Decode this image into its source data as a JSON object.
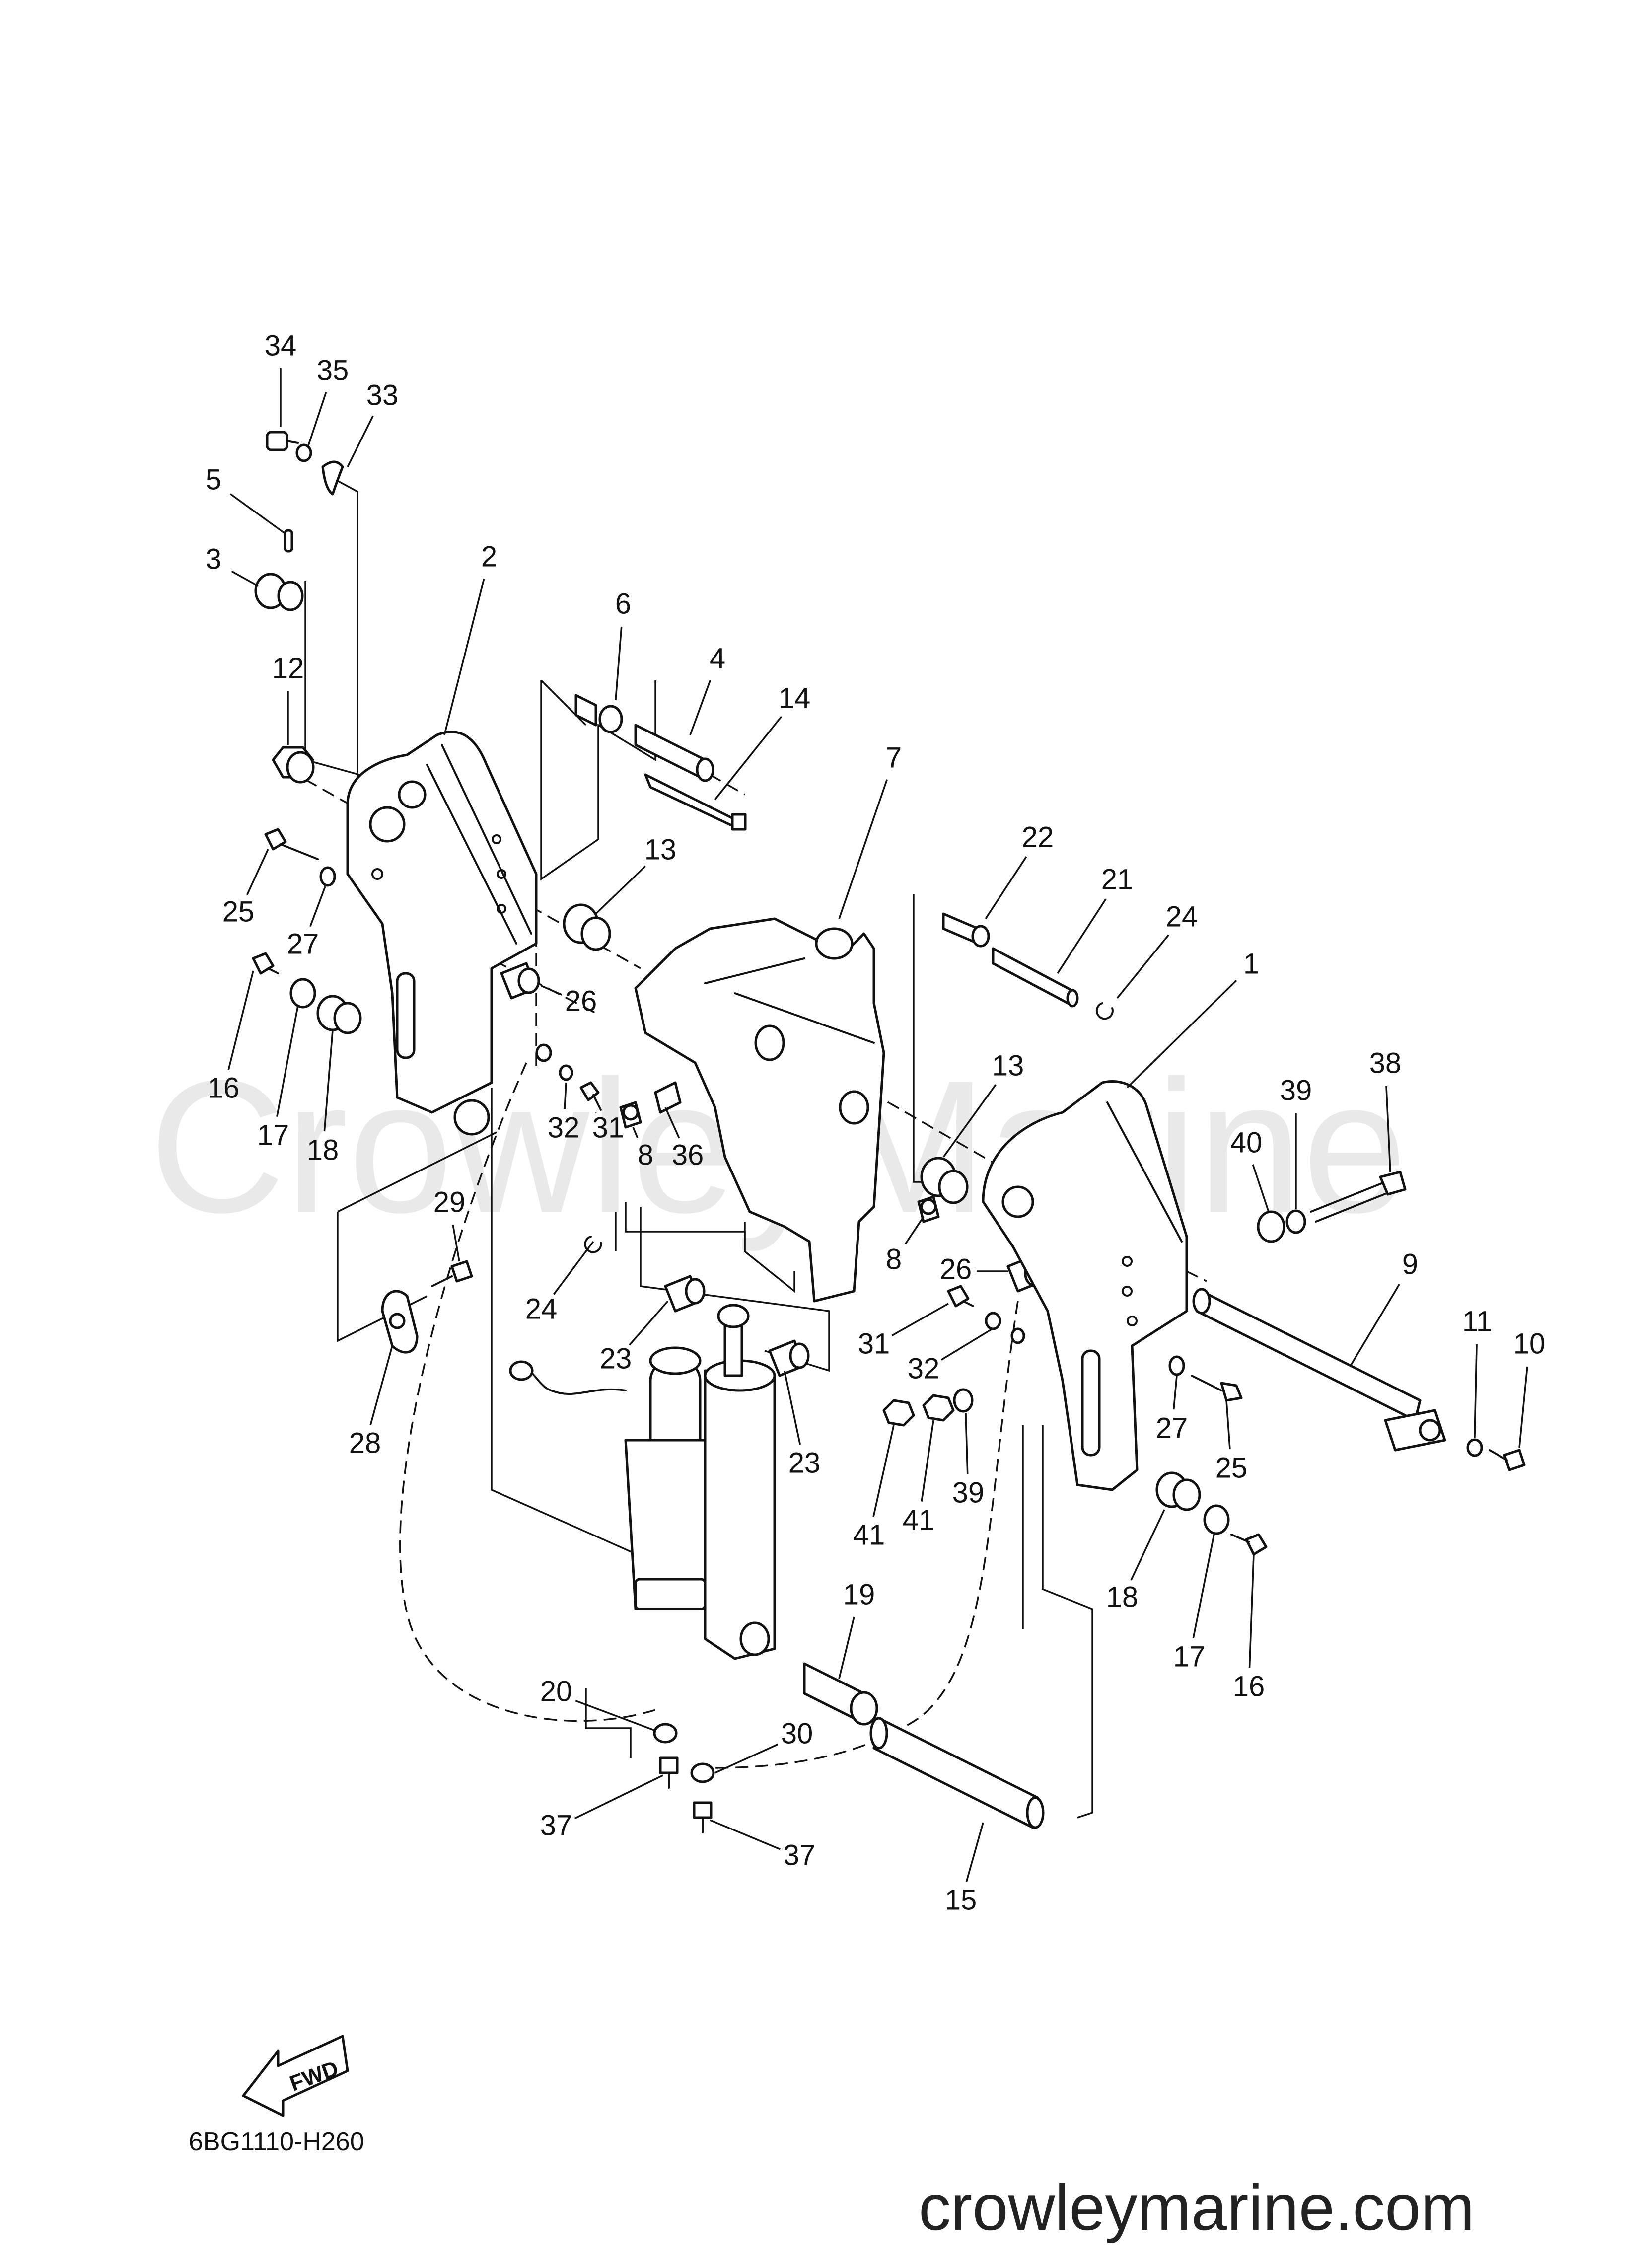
{
  "watermark": "CrowleyMarine",
  "diagram_code": "6BG1110-H260",
  "site_url": "crowleymarine.com",
  "fwd_label": "FWD",
  "callouts": [
    {
      "id": "c34",
      "label": "34"
    },
    {
      "id": "c35",
      "label": "35"
    },
    {
      "id": "c33",
      "label": "33"
    },
    {
      "id": "c5",
      "label": "5"
    },
    {
      "id": "c3",
      "label": "3"
    },
    {
      "id": "c2",
      "label": "2"
    },
    {
      "id": "c6",
      "label": "6"
    },
    {
      "id": "c4",
      "label": "4"
    },
    {
      "id": "c14",
      "label": "14"
    },
    {
      "id": "c12",
      "label": "12"
    },
    {
      "id": "c7",
      "label": "7"
    },
    {
      "id": "c22",
      "label": "22"
    },
    {
      "id": "c21",
      "label": "21"
    },
    {
      "id": "c24a",
      "label": "24"
    },
    {
      "id": "c1",
      "label": "1"
    },
    {
      "id": "c25a",
      "label": "25"
    },
    {
      "id": "c27a",
      "label": "27"
    },
    {
      "id": "c13a",
      "label": "13"
    },
    {
      "id": "c26a",
      "label": "26"
    },
    {
      "id": "c16a",
      "label": "16"
    },
    {
      "id": "c17a",
      "label": "17"
    },
    {
      "id": "c18a",
      "label": "18"
    },
    {
      "id": "c32a",
      "label": "32"
    },
    {
      "id": "c31a",
      "label": "31"
    },
    {
      "id": "c8a",
      "label": "8"
    },
    {
      "id": "c36",
      "label": "36"
    },
    {
      "id": "c13b",
      "label": "13"
    },
    {
      "id": "c38",
      "label": "38"
    },
    {
      "id": "c39a",
      "label": "39"
    },
    {
      "id": "c40",
      "label": "40"
    },
    {
      "id": "c29",
      "label": "29"
    },
    {
      "id": "c8b",
      "label": "8"
    },
    {
      "id": "c26b",
      "label": "26"
    },
    {
      "id": "c9",
      "label": "9"
    },
    {
      "id": "c24b",
      "label": "24"
    },
    {
      "id": "c23a",
      "label": "23"
    },
    {
      "id": "c31b",
      "label": "31"
    },
    {
      "id": "c32b",
      "label": "32"
    },
    {
      "id": "c11",
      "label": "11"
    },
    {
      "id": "c10",
      "label": "10"
    },
    {
      "id": "c28",
      "label": "28"
    },
    {
      "id": "c23b",
      "label": "23"
    },
    {
      "id": "c27b",
      "label": "27"
    },
    {
      "id": "c25b",
      "label": "25"
    },
    {
      "id": "c41a",
      "label": "41"
    },
    {
      "id": "c41b",
      "label": "41"
    },
    {
      "id": "c39b",
      "label": "39"
    },
    {
      "id": "c18b",
      "label": "18"
    },
    {
      "id": "c17b",
      "label": "17"
    },
    {
      "id": "c16b",
      "label": "16"
    },
    {
      "id": "c19",
      "label": "19"
    },
    {
      "id": "c20",
      "label": "20"
    },
    {
      "id": "c30",
      "label": "30"
    },
    {
      "id": "c37a",
      "label": "37"
    },
    {
      "id": "c37b",
      "label": "37"
    },
    {
      "id": "c15",
      "label": "15"
    }
  ]
}
